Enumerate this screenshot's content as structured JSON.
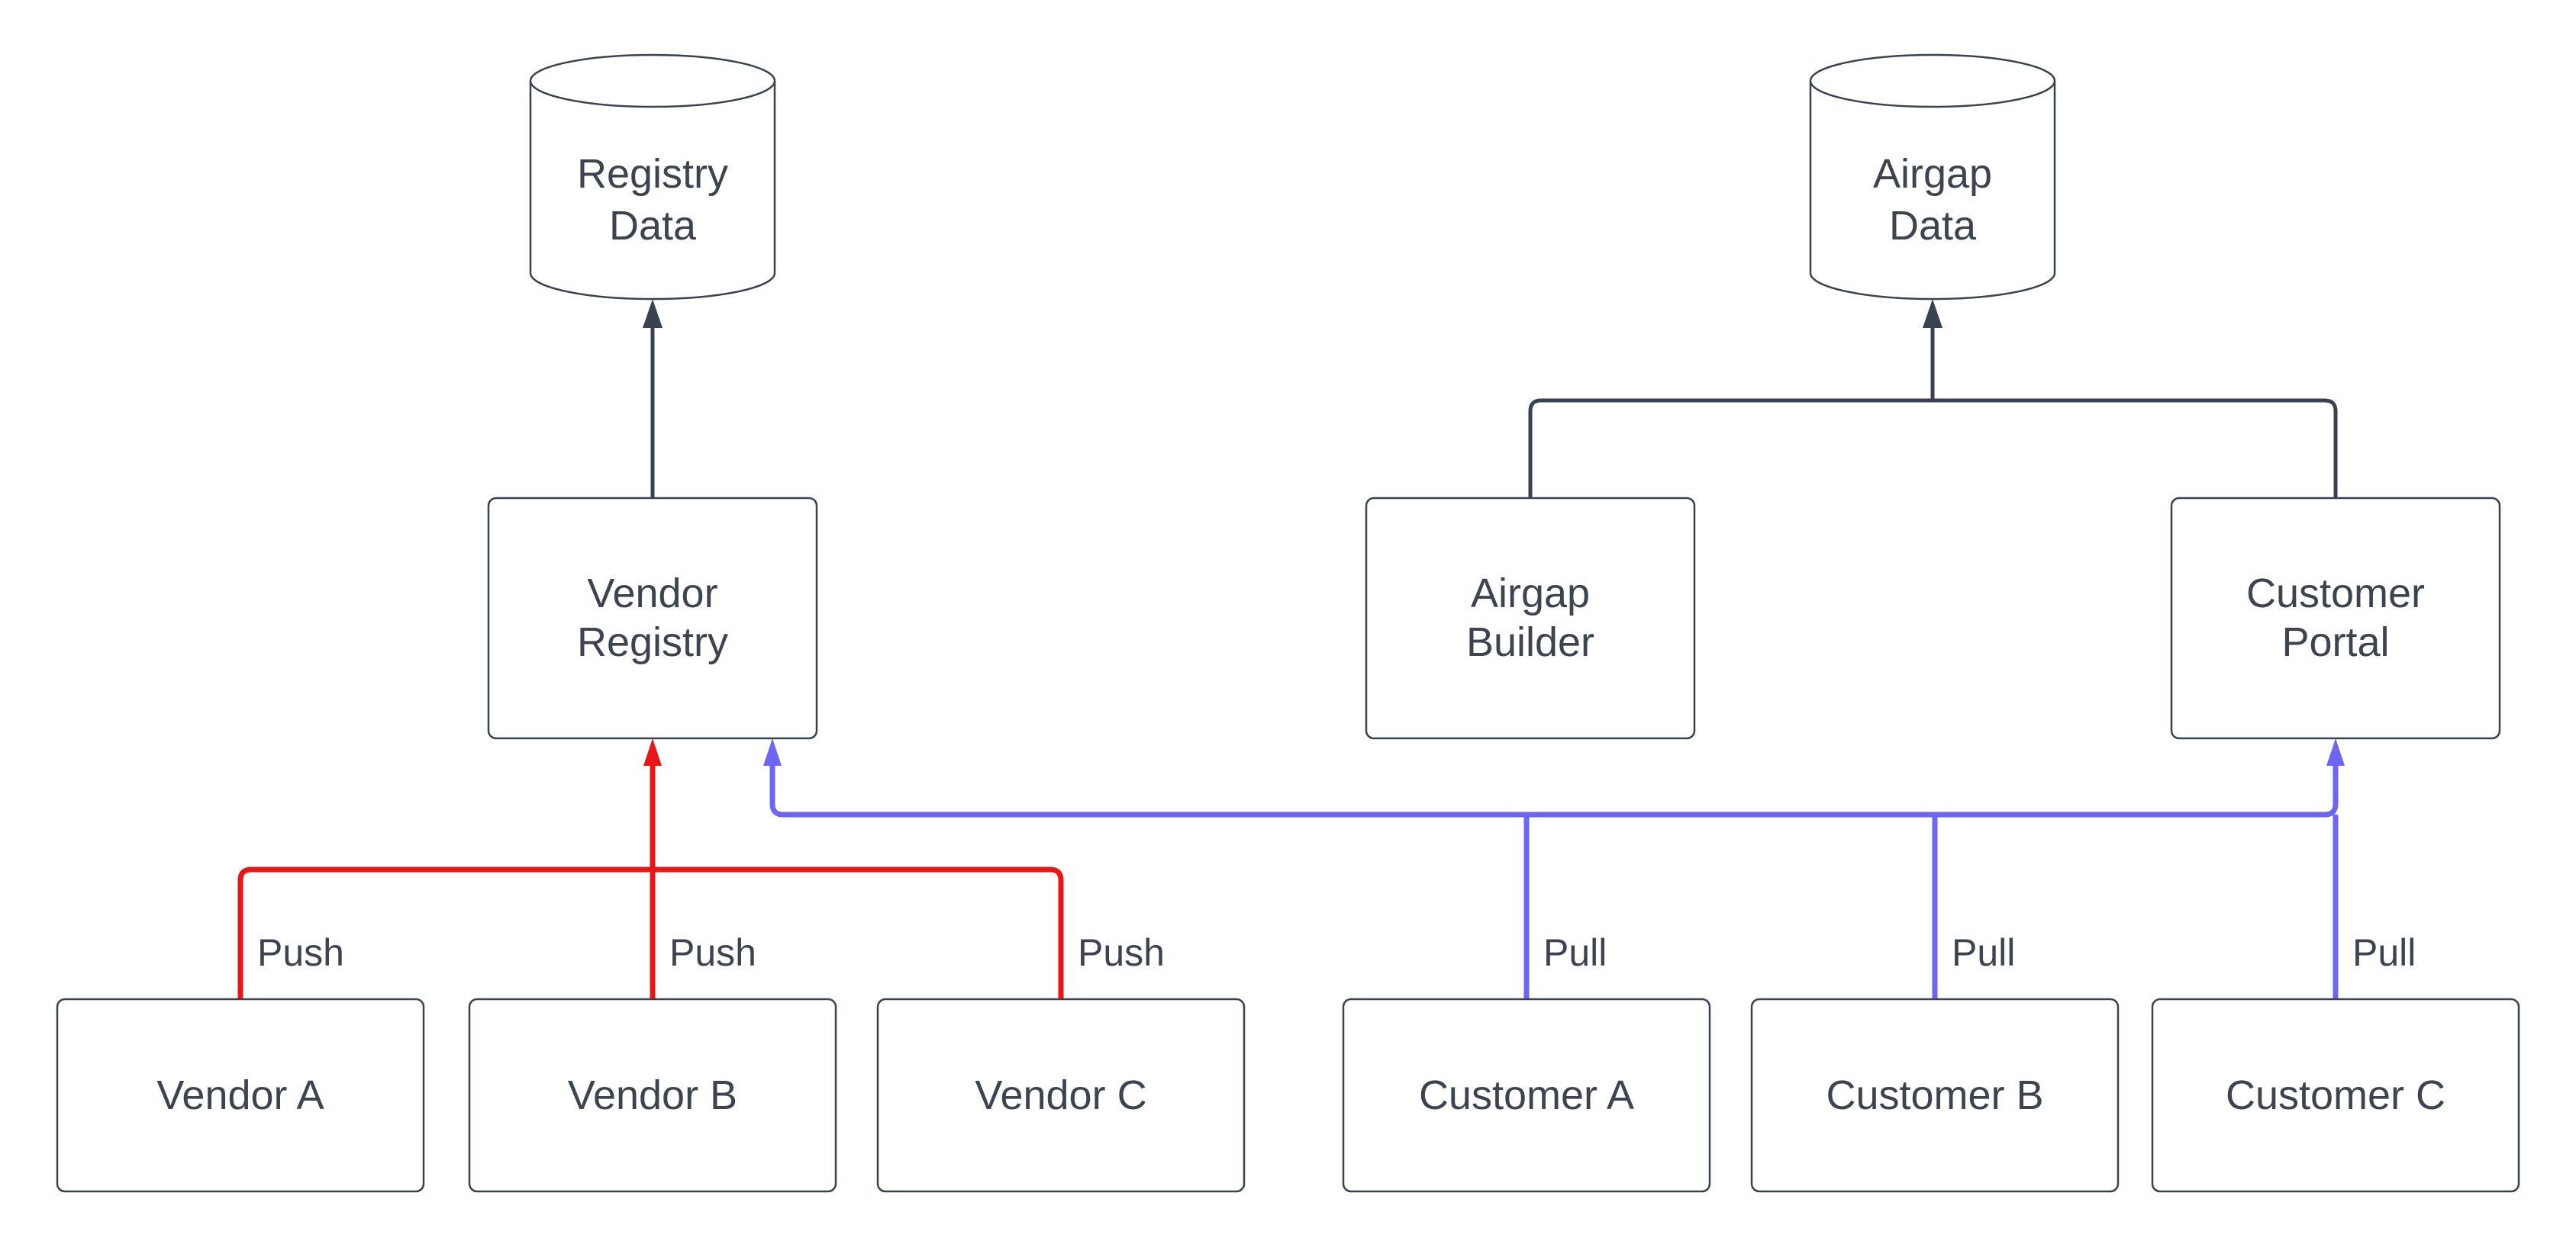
{
  "diagram": {
    "colors": {
      "push_edge": "#e81616",
      "pull_edge": "#6d65f5",
      "flow_edge": "#3a4150",
      "shape_border": "#3a4150",
      "label_text": "#3d4450",
      "background": "#ffffff"
    },
    "nodes": {
      "registry_data": {
        "type": "cylinder",
        "label_lines": [
          "Registry",
          "Data"
        ]
      },
      "airgap_data": {
        "type": "cylinder",
        "label_lines": [
          "Airgap",
          "Data"
        ]
      },
      "vendor_registry": {
        "type": "process",
        "label_lines": [
          "Vendor",
          "Registry"
        ]
      },
      "airgap_builder": {
        "type": "process",
        "label_lines": [
          "Airgap",
          "Builder"
        ]
      },
      "customer_portal": {
        "type": "process",
        "label_lines": [
          "Customer",
          "Portal"
        ]
      },
      "vendor_a": {
        "type": "process",
        "label": "Vendor A"
      },
      "vendor_b": {
        "type": "process",
        "label": "Vendor B"
      },
      "vendor_c": {
        "type": "process",
        "label": "Vendor C"
      },
      "customer_a": {
        "type": "process",
        "label": "Customer A"
      },
      "customer_b": {
        "type": "process",
        "label": "Customer B"
      },
      "customer_c": {
        "type": "process",
        "label": "Customer C"
      }
    },
    "edges": {
      "push": [
        {
          "from": "vendor_a",
          "to": "vendor_registry",
          "label": "Push"
        },
        {
          "from": "vendor_b",
          "to": "vendor_registry",
          "label": "Push"
        },
        {
          "from": "vendor_c",
          "to": "vendor_registry",
          "label": "Push"
        }
      ],
      "pull": [
        {
          "from": "customer_a",
          "to": "vendor_registry_and_customer_portal",
          "label": "Pull"
        },
        {
          "from": "customer_b",
          "to": "vendor_registry_and_customer_portal",
          "label": "Pull"
        },
        {
          "from": "customer_c",
          "to": "vendor_registry_and_customer_portal",
          "label": "Pull"
        }
      ],
      "flow": [
        {
          "from": "vendor_registry",
          "to": "registry_data"
        },
        {
          "from": "airgap_builder",
          "to": "airgap_data"
        },
        {
          "from": "customer_portal",
          "to": "airgap_data"
        }
      ]
    }
  }
}
